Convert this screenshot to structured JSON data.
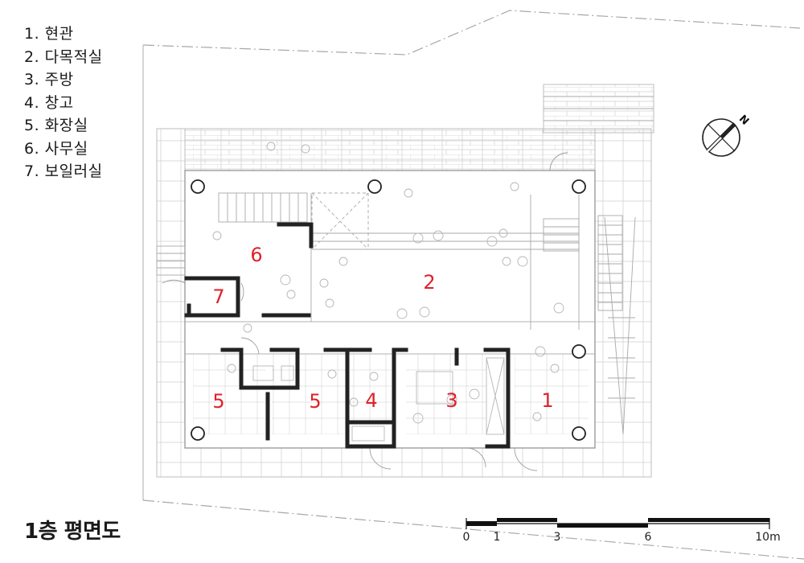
{
  "legend": [
    "1. 현관",
    "2. 다목적실",
    "3. 주방",
    "4. 창고",
    "5. 화장실",
    "6. 사무실",
    "7. 보일러실"
  ],
  "rooms": [
    "1",
    "2",
    "3",
    "4",
    "5",
    "5",
    "6",
    "7"
  ],
  "title": "1층 평면도",
  "north": "N",
  "scale": {
    "unit": "m",
    "ticks": [
      "0",
      "1",
      "3",
      "6",
      "10m"
    ]
  },
  "colors": {
    "room_number": "#e0202a",
    "wall": "#222222",
    "hatch": "#bfbfbf",
    "line": "#9a9a9a"
  }
}
